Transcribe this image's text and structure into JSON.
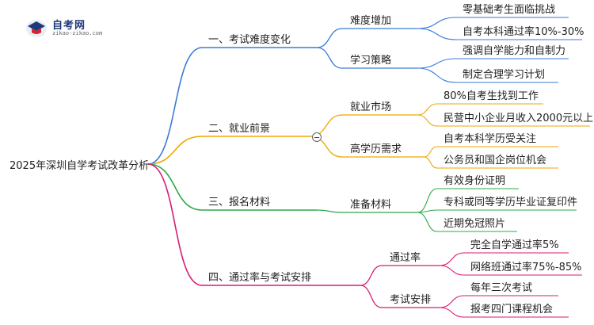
{
  "logo": {
    "name": "自考网",
    "domain": "zikao-zikao.com"
  },
  "root": "2025年深圳自学考试改革分析",
  "branches": [
    {
      "label": "一、考试难度变化",
      "color": "#3a7bd5",
      "children": [
        {
          "label": "难度增加",
          "leaves": [
            "零基础考生面临挑战",
            "自考本科通过率10%-30%"
          ]
        },
        {
          "label": "学习策略",
          "leaves": [
            "强调自学能力和自制力",
            "制定合理学习计划"
          ]
        }
      ]
    },
    {
      "label": "二、就业前景",
      "color": "#f0a500",
      "children": [
        {
          "label": "就业市场",
          "leaves": [
            "80%自考生找到工作",
            "民营中小企业月收入2000元以上"
          ]
        },
        {
          "label": "高学历需求",
          "leaves": [
            "自考本科学历受关注",
            "公务员和国企岗位机会"
          ]
        }
      ]
    },
    {
      "label": "三、报名材料",
      "color": "#2ea84a",
      "children": [
        {
          "label": "准备材料",
          "leaves": [
            "有效身份证明",
            "专科或同等学历毕业证复印件",
            "近期免冠照片"
          ]
        }
      ]
    },
    {
      "label": "四、通过率与考试安排",
      "color": "#d81b72",
      "children": [
        {
          "label": "通过率",
          "leaves": [
            "完全自学通过率5%",
            "网络班通过率75%-85%"
          ]
        },
        {
          "label": "考试安排",
          "leaves": [
            "每年三次考试",
            "报考四门课程机会"
          ]
        }
      ]
    }
  ]
}
